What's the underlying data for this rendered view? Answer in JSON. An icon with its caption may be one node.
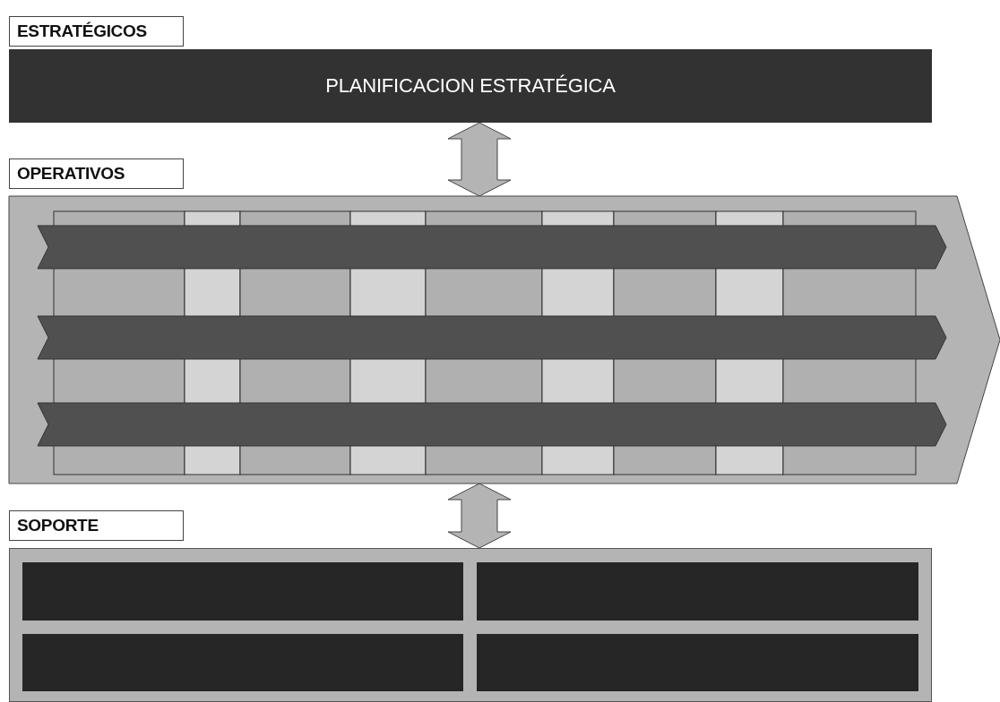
{
  "diagram": {
    "nodes": [
      {
        "text": [
          "ESTRATÉGICOS",
          "PLANIFICACION ESTRATÉGICA"
        ]
      },
      {
        "text": [
          "OPERATIVOS"
        ]
      },
      {
        "text": [],
        "shape": "arrow",
        "in": 1
      },
      {
        "text": [],
        "shape": "arrow",
        "in": 1
      },
      {
        "text": [],
        "shape": "arrow",
        "in": 1
      },
      {
        "text": [
          "SOPORTE"
        ]
      },
      {
        "text": [],
        "shape": "box",
        "in": 5
      },
      {
        "text": [],
        "shape": "box",
        "in": 5
      },
      {
        "text": [],
        "shape": "box",
        "in": 5
      },
      {
        "text": [],
        "shape": "box",
        "in": 5
      }
    ],
    "edges": [
      {
        "from": 0,
        "to": 1,
        "arrow": "both"
      },
      {
        "from": 1,
        "to": 5,
        "arrow": "both"
      }
    ]
  }
}
